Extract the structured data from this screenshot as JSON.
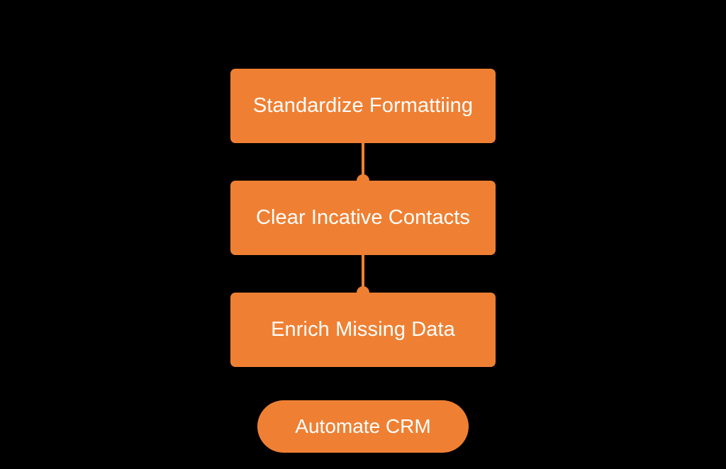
{
  "flow": {
    "steps": [
      {
        "label": "Standardize Formattiing"
      },
      {
        "label": "Clear Incative Contacts"
      },
      {
        "label": "Enrich Missing Data"
      }
    ],
    "goal": {
      "label": "Automate CRM"
    }
  },
  "colors": {
    "background": "#000000",
    "accent": "#ef8033",
    "text": "#ffffff"
  }
}
